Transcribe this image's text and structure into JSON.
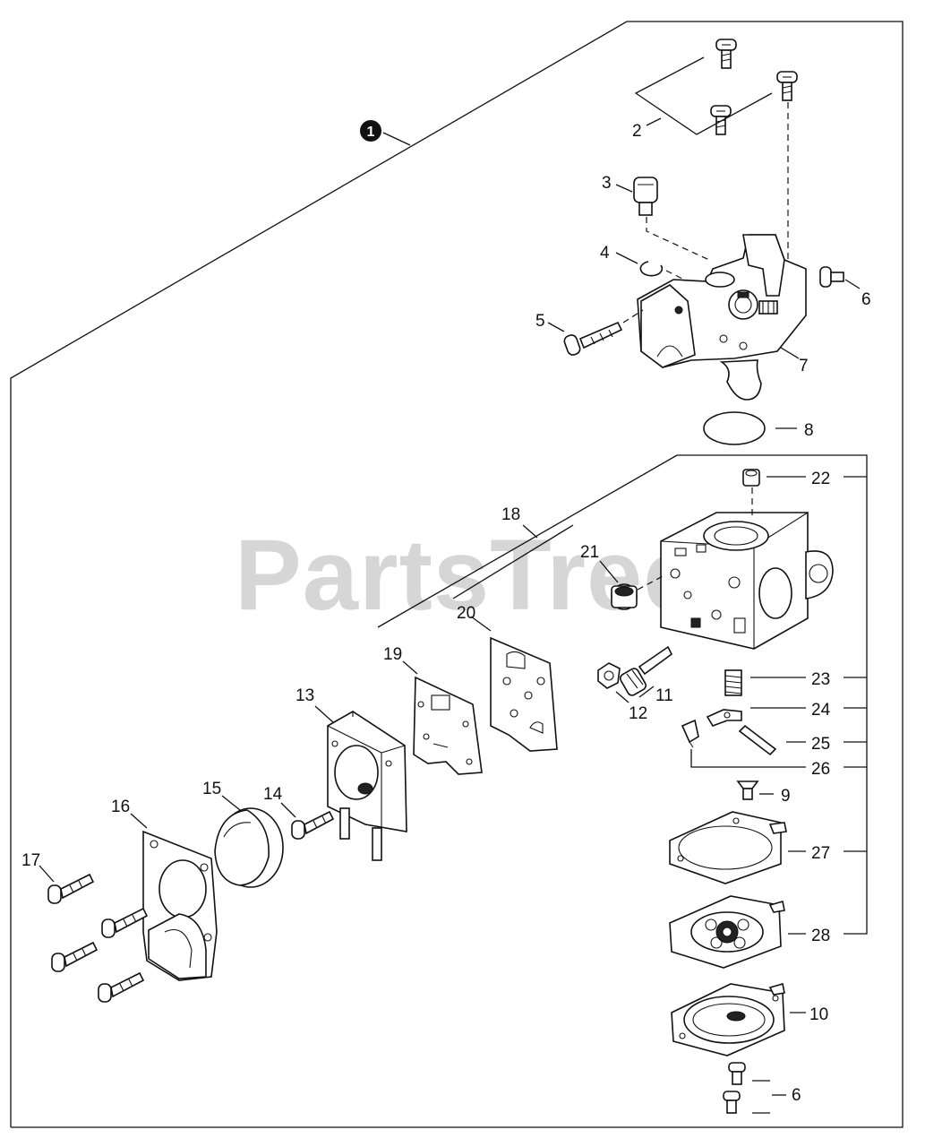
{
  "watermark": "PartsTree",
  "assembly_marker": "1",
  "labels": {
    "p2": "2",
    "p3": "3",
    "p4": "4",
    "p5": "5",
    "p6a": "6",
    "p6b": "6",
    "p7": "7",
    "p8": "8",
    "p9": "9",
    "p10": "10",
    "p11": "11",
    "p12": "12",
    "p13": "13",
    "p14": "14",
    "p15": "15",
    "p16": "16",
    "p17": "17",
    "p18": "18",
    "p19": "19",
    "p20": "20",
    "p21": "21",
    "p22": "22",
    "p23": "23",
    "p24": "24",
    "p25": "25",
    "p26": "26",
    "p27": "27",
    "p28": "28"
  }
}
